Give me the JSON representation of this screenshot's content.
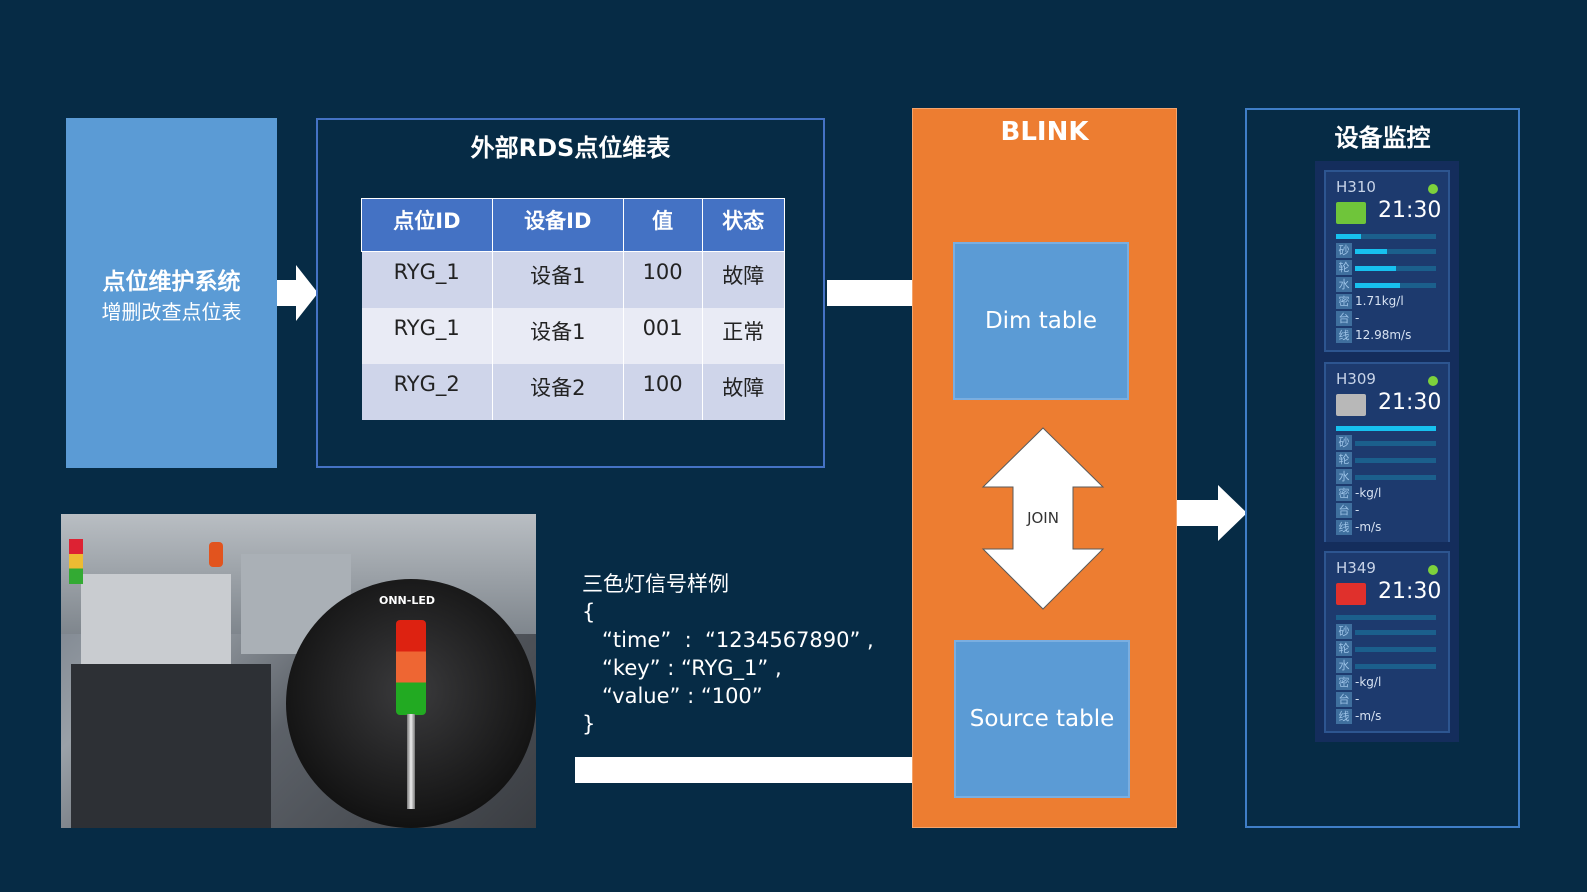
{
  "system": {
    "title": "点位维护系统",
    "subtitle": "增删改查点位表"
  },
  "rds": {
    "title": "外部RDS点位维表",
    "headers": [
      "点位ID",
      "设备ID",
      "值",
      "状态"
    ],
    "rows": [
      [
        "RYG_1",
        "设备1",
        "100",
        "故障"
      ],
      [
        "RYG_1",
        "设备1",
        "001",
        "正常"
      ],
      [
        "RYG_2",
        "设备2",
        "100",
        "故障"
      ]
    ]
  },
  "blink": {
    "title": "BLINK",
    "dim": "Dim table",
    "join": "JOIN",
    "source": "Source table"
  },
  "monitor": {
    "title": "设备监控",
    "cards": [
      {
        "id": "H310",
        "time": "21:30",
        "status": "green",
        "bars": [
          0.25,
          0.4,
          0.5,
          0.55
        ],
        "labels": [
          "砂",
          "轮",
          "水",
          "密",
          "台",
          "线"
        ],
        "density": "1.71kg/l",
        "table": "-",
        "speed": "12.98m/s"
      },
      {
        "id": "H309",
        "time": "21:30",
        "status": "gray",
        "bars": [
          1,
          0,
          0,
          0
        ],
        "labels": [
          "砂",
          "轮",
          "水",
          "密",
          "台",
          "线"
        ],
        "density": "-kg/l",
        "table": "-",
        "speed": "-m/s"
      },
      {
        "id": "H349",
        "time": "21:30",
        "status": "red",
        "bars": [
          0,
          0,
          0,
          0
        ],
        "labels": [
          "砂",
          "轮",
          "水",
          "密",
          "台",
          "线"
        ],
        "density": "-kg/l",
        "table": "-",
        "speed": "-m/s"
      }
    ]
  },
  "photo": {
    "label": "ONN-LED"
  },
  "sample": {
    "title": "三色灯信号样例",
    "lines": [
      "{",
      "   “time”  :  “1234567890” ,",
      "   “key” : “RYG_1” ,",
      "   “value” : “100”",
      "}"
    ]
  },
  "colors": {
    "background": "#062b45",
    "orange": "#ed7d31",
    "blue": "#5b9bd5",
    "header": "#4472c4"
  }
}
